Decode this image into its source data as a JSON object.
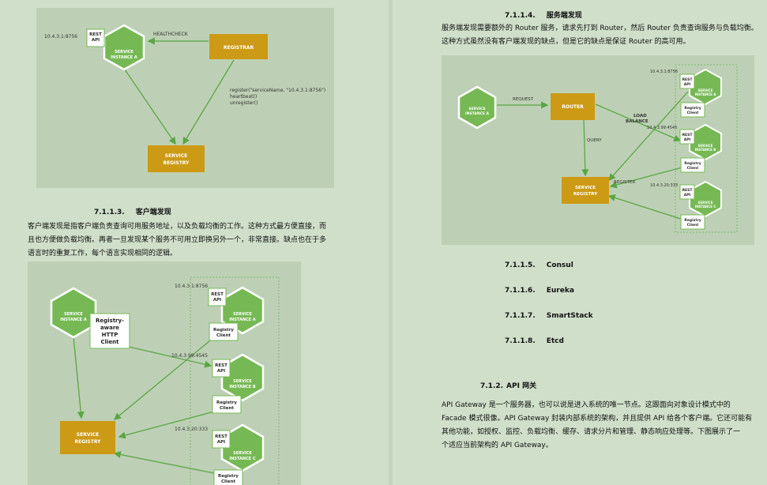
{
  "left": {
    "fig1": {
      "ip": "10.4.3.1:8756",
      "rest_api": [
        "REST",
        "API"
      ],
      "service": [
        "SERVICE",
        "INSTANCE A"
      ],
      "healthcheck": "HEALTHCHECK",
      "registrar": "REGISTRAR",
      "register_text": [
        "register(\"serviceName, \"10.4.3.1:8756\")",
        "heartbeat()",
        "unregister()"
      ],
      "registry": [
        "SERVICE",
        "REGISTRY"
      ]
    },
    "heading": {
      "num": "7.1.1.3.",
      "title": "客户端发现"
    },
    "paragraph": [
      "客户端发现是指客户端负责查询可用服务地址，以及负载均衡的工作。这种方式最方便直接，而",
      "且也方便做负载均衡。再者一旦发现某个服务不可用立即换另外一个，非常直接。缺点也在于多",
      "语言时的重复工作，每个语言实现相同的逻辑。"
    ],
    "fig2": {
      "client_service": [
        "SERVICE",
        "INSTANCE A"
      ],
      "http_client": [
        "Registry-",
        "aware",
        "HTTP",
        "Client"
      ],
      "registry": [
        "SERVICE",
        "REGISTRY"
      ],
      "instances": [
        {
          "ip": "10.4.3.1:8756",
          "rest": [
            "REST",
            "API"
          ],
          "service": [
            "SERVICE",
            "INSTANCE A"
          ],
          "client": [
            "Registry",
            "Client"
          ]
        },
        {
          "ip": "10.4.3.99:4545",
          "rest": [
            "REST",
            "API"
          ],
          "service": [
            "SERVICE",
            "INSTANCE B"
          ],
          "client": [
            "Registry",
            "Client"
          ]
        },
        {
          "ip": "10.4.3.20:333",
          "rest": [
            "REST",
            "API"
          ],
          "service": [
            "SERVICE",
            "INSTANCE C"
          ],
          "client": [
            "Registry",
            "Client"
          ]
        }
      ]
    }
  },
  "right": {
    "heading1": {
      "num": "7.1.1.4.",
      "title": "服务端发现"
    },
    "paragraph1": [
      "服务端发现需要额外的 Router 服务，请求先打到 Router，然后 Router 负责查询服务与负载均衡。",
      "这种方式虽然没有客户端发现的缺点，但是它的缺点是保证 Router 的高可用。"
    ],
    "fig3": {
      "client_service": [
        "SERVICE",
        "INSTANCE A"
      ],
      "request": "REQUEST",
      "router": "ROUTER",
      "load_balance": [
        "LOAD",
        "BALANCE"
      ],
      "query": "QUERY",
      "register": "REGISTER",
      "registry": [
        "SERVICE",
        "REGISTRY"
      ],
      "instances": [
        {
          "ip": "10.4.3.1:8756",
          "rest": [
            "REST",
            "API"
          ],
          "service": [
            "SERVICE",
            "INSTANCE A"
          ],
          "client": [
            "Registry",
            "Client"
          ]
        },
        {
          "ip": "10.4.3.99:4545",
          "rest": [
            "REST",
            "API"
          ],
          "service": [
            "SERVICE",
            "INSTANCE B"
          ],
          "client": [
            "Registry",
            "Client"
          ]
        },
        {
          "ip": "10.4.3.20:333",
          "rest": [
            "REST",
            "API"
          ],
          "service": [
            "SERVICE",
            "INSTANCE C"
          ],
          "client": [
            "Registry",
            "Client"
          ]
        }
      ]
    },
    "toc": [
      {
        "num": "7.1.1.5.",
        "title": "Consul"
      },
      {
        "num": "7.1.1.6.",
        "title": "Eureka"
      },
      {
        "num": "7.1.1.7.",
        "title": "SmartStack"
      },
      {
        "num": "7.1.1.8.",
        "title": "Etcd"
      }
    ],
    "heading2": {
      "num": "7.1.2.",
      "title": "API 网关"
    },
    "paragraph2": [
      "API Gateway 是一个服务器，也可以说是进入系统的唯一节点。这跟面向对象设计模式中的",
      "Facade 模式很像。API Gateway 封装内部系统的架构，并且提供 API 给各个客户端。它还可能有",
      "其他功能，如授权、监控、负载均衡、缓存、请求分片和管理、静态响应处理等。下图展示了一",
      "个适应当前架构的 API Gateway。"
    ]
  },
  "colors": {
    "page": "#cfdfc9",
    "figure_bg": "#bdd0b5",
    "hexagon_fill": "#76b954",
    "hexagon_stroke": "#ffffff",
    "box_orange": "#cc9a15",
    "arrow_green": "#5aa544"
  }
}
